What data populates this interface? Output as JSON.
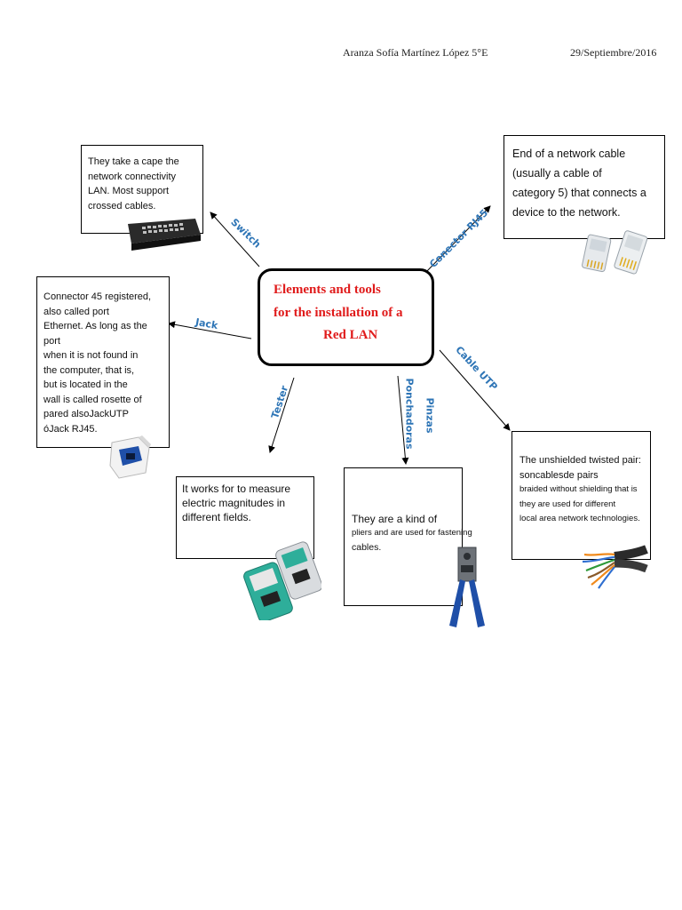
{
  "header": {
    "author": "Aranza Sofía Martínez López 5°E",
    "date": "29/Septiembre/2016"
  },
  "center": {
    "line1": "Elements and tools",
    "line2": "for the installation of a",
    "line3": "Red LAN",
    "color": "#e01b1b"
  },
  "labels": {
    "switch": "Switch",
    "rj45": "Conector RJ45",
    "jack": "Jack",
    "tester": "Tester",
    "pinzas_1": "Pinzas",
    "pinzas_2": "Ponchadoras",
    "utp": "Cable UTP",
    "color": "#2e75b6"
  },
  "boxes": {
    "switch": [
      "They take a     cape     the",
      "network  connectivity",
      "LAN. Most support",
      "crossed cables."
    ],
    "rj45": [
      "End  of  a  network  cable",
      "(usually   a   cable   of",
      "category  5)  that  connects  a",
      "device to the network."
    ],
    "jack": [
      "Connector   45   registered,",
      "also    called    port",
      "Ethernet. As long as the port",
      "when it is not found in",
      "the  computer,  that  is,",
      "but is located in the",
      "wall is called rosette of",
      "pared       alsoJackUTP",
      "óJack RJ45."
    ],
    "tester": [
      "It works       for          to measure",
      "electric  magnitudes   in",
      "different              fields."
    ],
    "pinzas": [
      "They  are  a  kind  of",
      "pliers and are used for fastening",
      "cables."
    ],
    "utp": [
      "The  unshielded  twisted  pair:",
      "soncablesde             pairs",
      "braided without shielding that is",
      "they      are      used      for      different",
      "local area network technologies."
    ]
  },
  "icons": {
    "switch": "network-switch-image",
    "rj45": "rj45-connector-image",
    "jack": "keystone-jack-image",
    "tester": "cable-tester-image",
    "pinzas": "crimping-pliers-image",
    "utp": "utp-cable-image"
  }
}
